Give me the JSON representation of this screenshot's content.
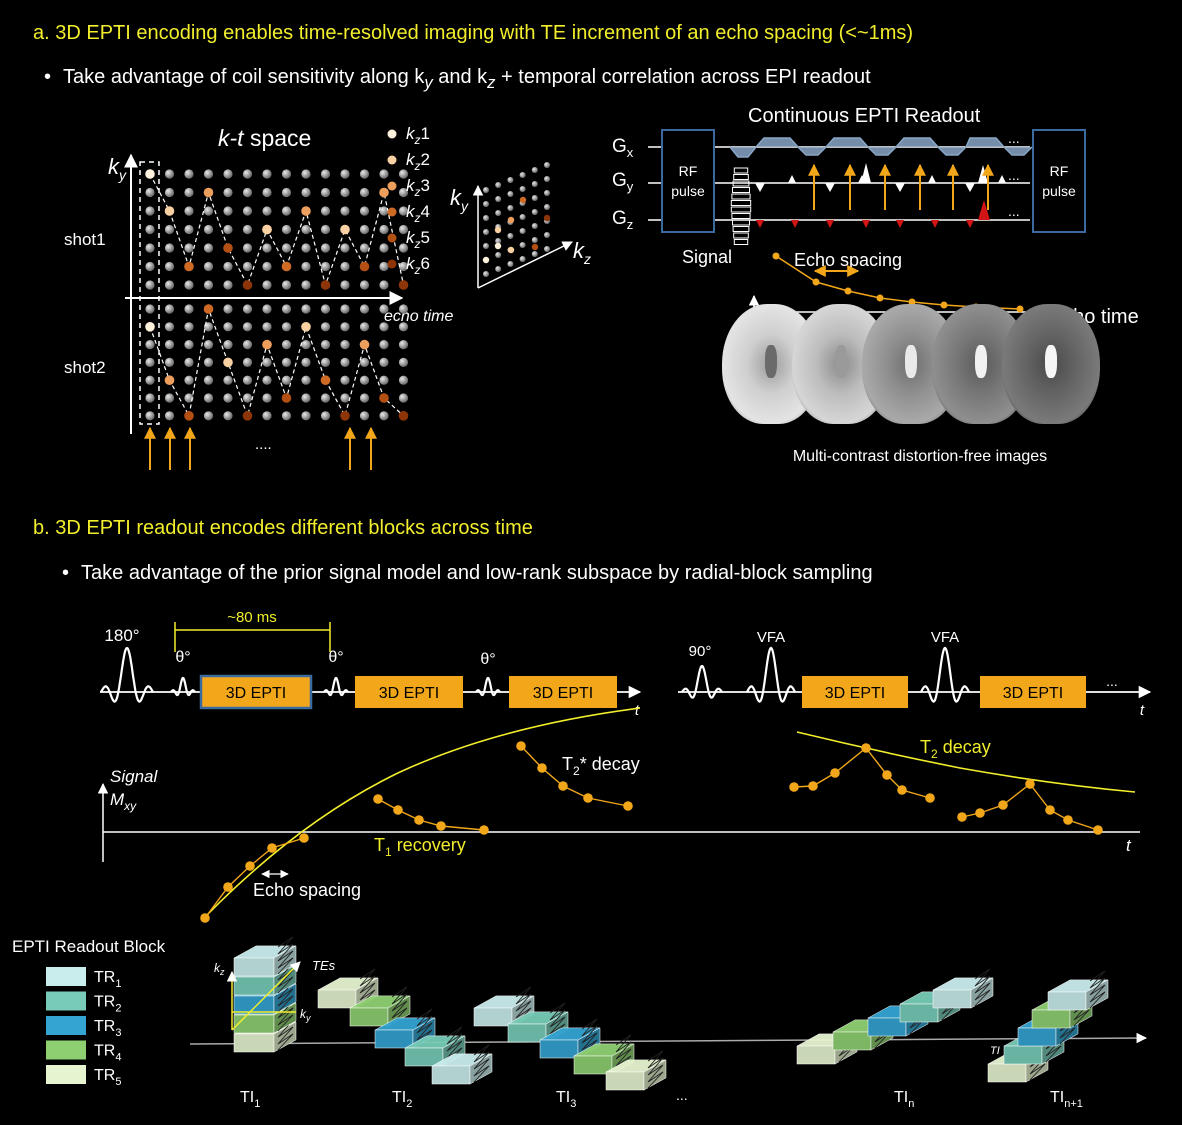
{
  "section_a": {
    "heading": "a. 3D EPTI encoding enables time-resolved imaging with TE increment of an echo spacing (<~1ms)",
    "bullet": "Take advantage of coil sensitivity along k",
    "bullet_y": "y",
    "bullet_mid": " and k",
    "bullet_z": "z",
    "bullet_end": " + temporal correlation across EPI readout",
    "kt_title_italic": "k-t",
    "kt_title_rest": " space",
    "ky_label": "k",
    "ky_sub": "y",
    "kz_label": "k",
    "kz_sub": "z",
    "shot1": "shot1",
    "shot2": "shot2",
    "echo_time_axis": "echo time",
    "ellipsis": "....",
    "kz_legend": [
      {
        "label": "k",
        "sub": "z",
        "num": "1",
        "color": "#fff2dc"
      },
      {
        "label": "k",
        "sub": "z",
        "num": "2",
        "color": "#f9d0a1"
      },
      {
        "label": "k",
        "sub": "z",
        "num": "3",
        "color": "#ec9e5c"
      },
      {
        "label": "k",
        "sub": "z",
        "num": "4",
        "color": "#cf6a24"
      },
      {
        "label": "k",
        "sub": "z",
        "num": "5",
        "color": "#b34f12"
      },
      {
        "label": "k",
        "sub": "z",
        "num": "6",
        "color": "#8e3508"
      }
    ],
    "readout_title": "Continuous EPTI Readout",
    "gx": "G",
    "gx_sub": "x",
    "gy": "G",
    "gy_sub": "y",
    "gz": "G",
    "gz_sub": "z",
    "rf_pulse_line1": "RF",
    "rf_pulse_line2": "pulse",
    "signal_label": "Signal",
    "echo_spacing": "Echo spacing",
    "echo_time": "echo time",
    "gradient_ellipsis": "...",
    "images_caption": "Multi-contrast distortion-free images"
  },
  "section_b": {
    "heading": "b. 3D EPTI readout encodes different blocks across time",
    "bullet": "Take advantage of the prior signal model and low-rank subspace by radial-block sampling",
    "pulse_180": "180",
    "deg": "°",
    "theta": "θ",
    "interval": "~80 ms",
    "epti_block": "3D EPTI",
    "pulse_90": "90",
    "vfa": "VFA",
    "t_axis": "t",
    "sequence_ellipsis": "...",
    "signal_label": "Signal",
    "mxy_label": "M",
    "mxy_sub": "xy",
    "t2star_prefix": "T",
    "t2star_sub": "2",
    "t2star_suffix": "* decay",
    "t1_prefix": "T",
    "t1_sub": "1",
    "t1_suffix": " recovery",
    "t2_prefix": "T",
    "t2_sub": "2",
    "t2_suffix": " decay",
    "echo_spacing": "Echo spacing",
    "readout_block_title": "EPTI Readout Block",
    "tr_legend": [
      {
        "label": "TR",
        "sub": "1",
        "color": "#c9ecec"
      },
      {
        "label": "TR",
        "sub": "2",
        "color": "#77cbb8"
      },
      {
        "label": "TR",
        "sub": "3",
        "color": "#34a4d2"
      },
      {
        "label": "TR",
        "sub": "4",
        "color": "#8ed071"
      },
      {
        "label": "TR",
        "sub": "5",
        "color": "#e6f4cf"
      }
    ],
    "block_kz": "k",
    "block_kz_sub": "z",
    "block_ky": "k",
    "block_ky_sub": "y",
    "block_tes": "TEs",
    "block_ti_axis": "TI",
    "ti_labels": [
      {
        "label": "TI",
        "sub": "1"
      },
      {
        "label": "TI",
        "sub": "2"
      },
      {
        "label": "TI",
        "sub": "3"
      },
      {
        "label": "TI",
        "sub": "n"
      },
      {
        "label": "TI",
        "sub": "n+1"
      }
    ],
    "ti_ellipsis": "..."
  },
  "colors": {
    "heading": "#f2ee2c",
    "accent_orange": "#f2a71b",
    "curve_yellow": "#f2ee2c",
    "gradient_blue": "#8aa6c6",
    "frame_blue": "#3a6aa0",
    "gz_red": "#d11414"
  }
}
